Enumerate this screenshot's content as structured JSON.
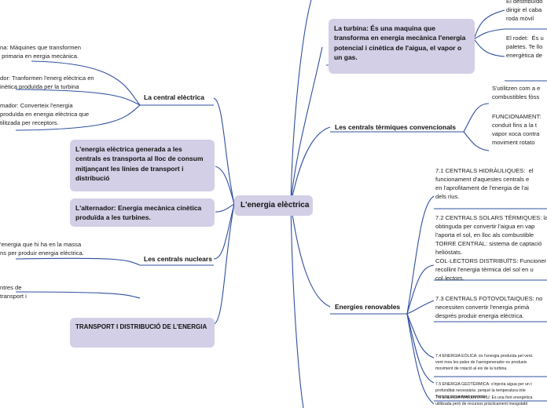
{
  "center": "L'energia elèctrica",
  "nodes": {
    "turbina": "La turbina: És una maquina que transforma en energia mecànica l'energia potencial i cinètica de l'aigua, el vapor o un gas.",
    "central": "La central elèctrica",
    "energia_generada": "L'energia elèctrica generada a les centrals es transporta al lloc de consum mitjançant les línies de transport i distribució",
    "alternador": "L'alternador: Energia mecànica cinètica produïda a les turbines.",
    "nuclears": "Les centrals nuclears",
    "transport": "TRANSPORT I DISTRIBUCIÓ DE L'ENERGIA",
    "termiques": "Les centrals tèrmiques convencionals",
    "renovables": "Energies renovables"
  },
  "left_texts": {
    "turbina_def": "na: Màquines que transformen\n primaria en eergia mecànica.",
    "generador": "dor: Tranformen l'energ elèctrica en\ninètica produïda per la turbina",
    "transformador": "mador: Converteix l'energia\nproduïda en energia elèctrica que\ntilitzada per receptors.",
    "nuclear_def": "'energia que hi ha en la massa\nns per produir energia elèctrica.",
    "transport_def": "ntres de\ntransport i"
  },
  "right_texts": {
    "distribuidor": "El destribuïdo\ndirigir el caba\nroda mòvil",
    "rodet": "El rodet:  És u\npaletes. Te llo\nenergètica de",
    "termiques_1": "S'utilitzen com a e\ncombustibles fòss",
    "funcionament": "FUNCIONAMENT:\nconduit fins a la t\nvapor xoca contra\nmoviment rotato",
    "hidrauliques": "7.1 CENTRALS HIDRÀULIQUES:  el\nfuncionament d'aquestes centrals e\nen l'aprofitament de l'energia de l'ai\ndels rius.",
    "solars": "7.2 CENTRALS SOLARS TÈRMIQUES: la\nobtinguda per convertir l'aigua en vap\nl'aporta el sol, en lloc als combustible\nTORRE CENTRAL: sistema de captació\nheliòstats.\nCOL·LECTORS DISTRIBUÏTS: Funcioner\nrecollint l'energia tèrmica del sol en u\ncol·lectors.",
    "fotovoltaiques": "7.3 CENTRALS FOTOVOLTAIQUES: no\nnecessiten convertir l'energia primà\ndesprés produir energia elèctrica.",
    "eolica": "7.4 ENERGIA EÒLICA: és l'energia produïda pel vent.\nvent mou les pales de l'aerogenerador es produeix\nmoviment de rotació al eix de la turbina.",
    "geotermica": "7.5 ENERGIA GEOTÈRMICA: s'injecta aigua per un t\nprofunditat necessària  perquè la temperatura inte\nTerra la converteixi en vapor",
    "maremotriu": "7.6 ENERGIA MAREMOTRIU: Es una font energètica\nutilitzada però de recursos pràcticament inesgotabl"
  },
  "colors": {
    "node_fill": "#d3cfe6",
    "connector": "#2f4fa0"
  }
}
